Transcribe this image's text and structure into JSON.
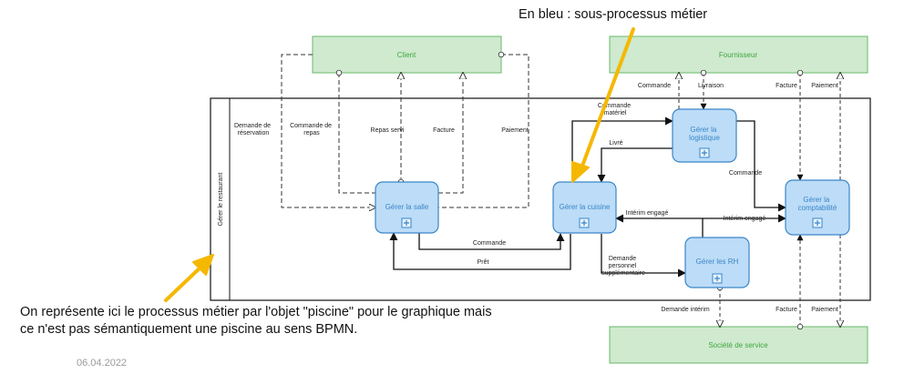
{
  "annotations": {
    "top_note": "En bleu : sous-processus métier",
    "bottom_note_line1": "On représente ici le processus métier par l'objet \"piscine\" pour le graphique mais",
    "bottom_note_line2": "ce n'est pas sémantiquement une piscine au sens BPMN.",
    "date": "06.04.2022"
  },
  "pool": {
    "label": "Gérer le restaurant"
  },
  "external_participants": {
    "client": "Client",
    "fournisseur": "Fournisseur",
    "societe": "Société de service"
  },
  "subprocesses": {
    "salle": [
      "Gérer la salle"
    ],
    "cuisine": [
      "Gérer la cuisine"
    ],
    "logistique": [
      "Gérer la",
      "logistique"
    ],
    "rh": [
      "Gérer les RH"
    ],
    "compta": [
      "Gérer la",
      "comptabilité"
    ]
  },
  "flows": {
    "demande_reservation": [
      "Demande de",
      "réservation"
    ],
    "commande_repas": [
      "Commande de",
      "repas"
    ],
    "repas_servi": "Repas servi",
    "facture_client": "Facture",
    "paiement_client": "Paiement",
    "commande_four": "Commande",
    "livraison": "Livraison",
    "facture_four": "Facture",
    "paiement_four": "Paiement",
    "commande_materiel": [
      "Commande",
      "matériel"
    ],
    "livre": "Livré",
    "commande_compta": "Commande",
    "interim_engage": "Intérim engagé",
    "interim_engage_compta": "Intérim engagé",
    "commande_salle": "Commande",
    "pret": "Prêt",
    "demande_personnel": [
      "Demande",
      "personnel",
      "supplémentaire"
    ],
    "demande_interim": "Demande intérim",
    "facture_soc": "Facture",
    "paiement_soc": "Paiement"
  },
  "colors": {
    "task_fill": "#bcdcf7",
    "task_stroke": "#3a86c8",
    "participant_fill": "#cfeacf",
    "participant_stroke": "#6ab86a",
    "arrow_highlight": "#f5b800"
  }
}
